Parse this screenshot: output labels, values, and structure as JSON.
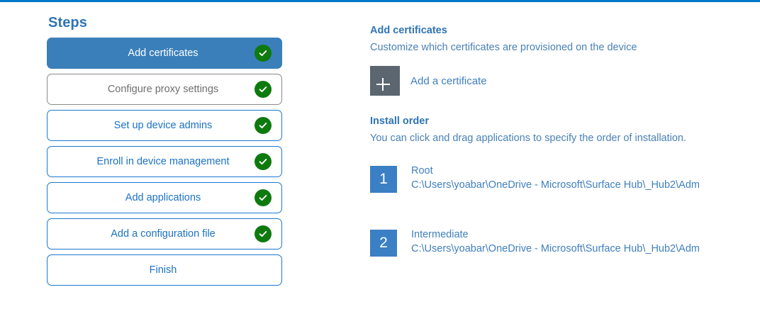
{
  "theme": {
    "accent_bar": "#0078c8",
    "active_step_bg": "#3a7fba",
    "step_border": "#1b78cf",
    "step_text": "#1b72c4",
    "muted_text": "#6f6f6f",
    "check_green": "#0e7a0e",
    "heading_blue": "#2e74b5",
    "body_blue": "#4a81b4",
    "plus_tile_gray": "#5b6670",
    "order_badge_blue": "#3b7fc4"
  },
  "steps_pane": {
    "title": "Steps",
    "items": [
      {
        "label": "Add certificates",
        "state": "active",
        "completed": true
      },
      {
        "label": "Configure proxy settings",
        "state": "muted",
        "completed": true
      },
      {
        "label": "Set up device admins",
        "state": "default",
        "completed": true
      },
      {
        "label": "Enroll in device management",
        "state": "default",
        "completed": true
      },
      {
        "label": "Add applications",
        "state": "default",
        "completed": true
      },
      {
        "label": "Add a configuration file",
        "state": "default",
        "completed": true
      },
      {
        "label": "Finish",
        "state": "default",
        "completed": false
      }
    ]
  },
  "detail_pane": {
    "add_certificates": {
      "title": "Add certificates",
      "subtitle": "Customize which certificates are provisioned on the device",
      "add_button_icon": "plus-icon",
      "add_button_label": "Add a certificate"
    },
    "install_order": {
      "title": "Install order",
      "subtitle": "You can click and drag applications to specify the order of installation.",
      "items": [
        {
          "number": "1",
          "name": "Root",
          "path": "C:\\Users\\yoabar\\OneDrive - Microsoft\\Surface Hub\\_Hub2\\Adm"
        },
        {
          "number": "2",
          "name": "Intermediate",
          "path": "C:\\Users\\yoabar\\OneDrive - Microsoft\\Surface Hub\\_Hub2\\Adm"
        }
      ]
    }
  }
}
